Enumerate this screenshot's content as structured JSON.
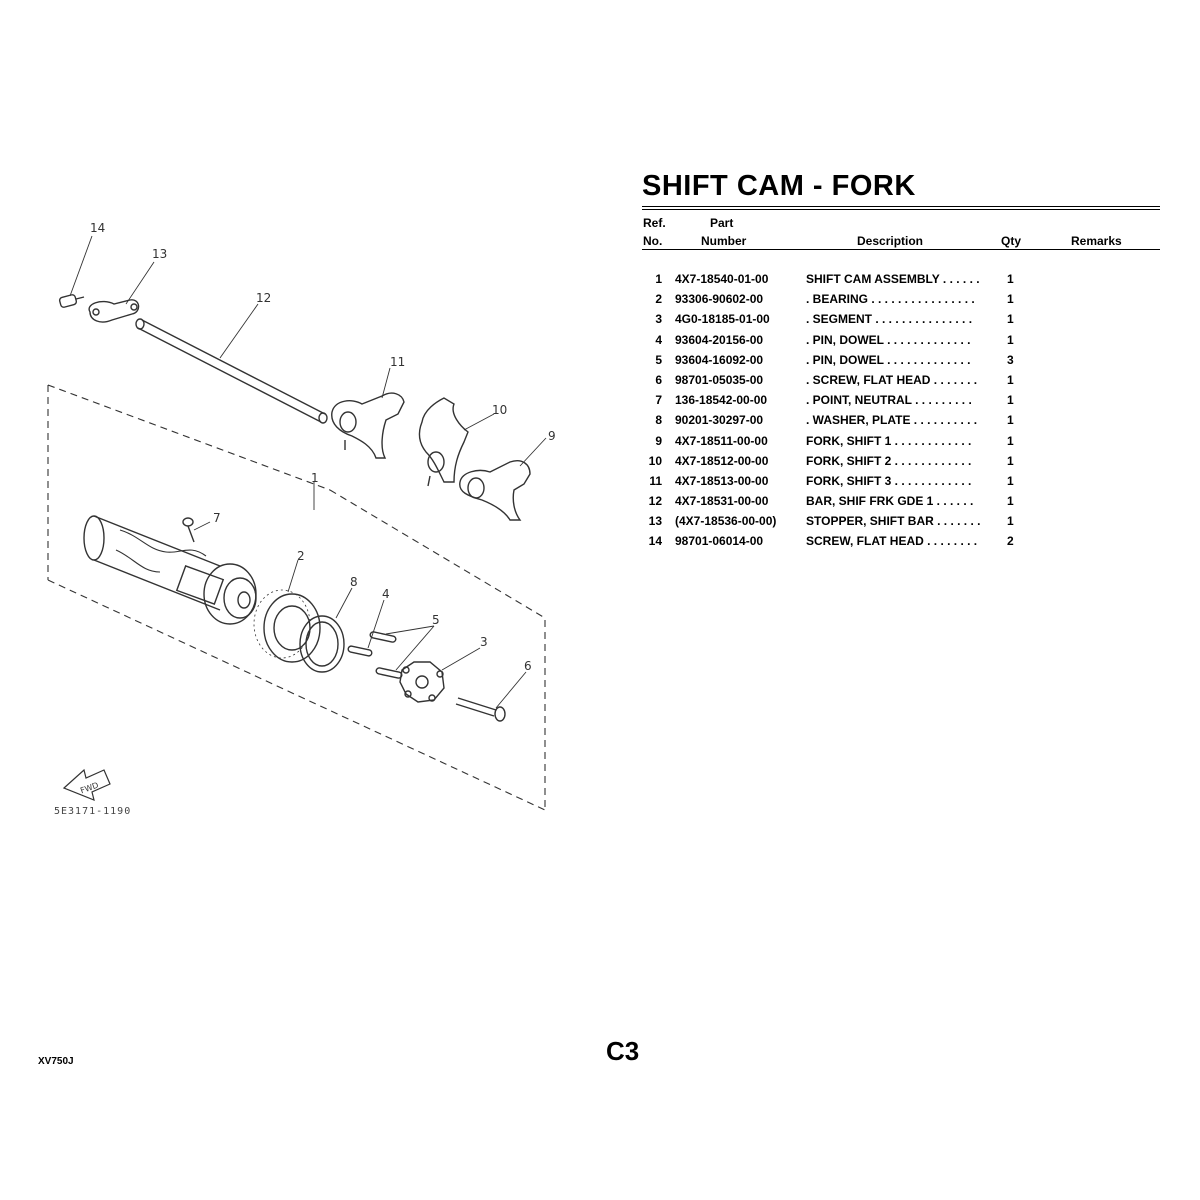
{
  "title": "SHIFT CAM - FORK",
  "headers": {
    "ref_line1": "Ref.",
    "ref_line2": "No.",
    "part_line1": "Part",
    "part_line2": "Number",
    "description": "Description",
    "qty": "Qty",
    "remarks": "Remarks"
  },
  "parts": [
    {
      "ref": "1",
      "part": "4X7-18540-01-00",
      "description": "SHIFT CAM ASSEMBLY  . . . . . .",
      "qty": "1"
    },
    {
      "ref": "2",
      "part": "93306-90602-00",
      "description": ". BEARING  . . . . . . . . . . . . . . . .",
      "qty": "1"
    },
    {
      "ref": "3",
      "part": "4G0-18185-01-00",
      "description": ". SEGMENT  . . . . . . . . . . . . . . .",
      "qty": "1"
    },
    {
      "ref": "4",
      "part": "93604-20156-00",
      "description": ". PIN, DOWEL    . . . . . . . . . . . . .",
      "qty": "1"
    },
    {
      "ref": "5",
      "part": "93604-16092-00",
      "description": ". PIN, DOWEL    . . . . . . . . . . . . .",
      "qty": "3"
    },
    {
      "ref": "6",
      "part": "98701-05035-00",
      "description": ". SCREW, FLAT HEAD  . . . . . . .",
      "qty": "1"
    },
    {
      "ref": "7",
      "part": "136-18542-00-00",
      "description": ". POINT, NEUTRAL    . . . . . . . . .",
      "qty": "1"
    },
    {
      "ref": "8",
      "part": "90201-30297-00",
      "description": ". WASHER, PLATE  . . . . . . . . . .",
      "qty": "1"
    },
    {
      "ref": "9",
      "part": "4X7-18511-00-00",
      "description": "FORK, SHIFT 1     . . . . . . . . . . . .",
      "qty": "1"
    },
    {
      "ref": "10",
      "part": "4X7-18512-00-00",
      "description": "FORK, SHIFT 2     . . . . . . . . . . . .",
      "qty": "1"
    },
    {
      "ref": "11",
      "part": "4X7-18513-00-00",
      "description": "FORK, SHIFT 3     . . . . . . . . . . . .",
      "qty": "1"
    },
    {
      "ref": "12",
      "part": "4X7-18531-00-00",
      "description": "BAR, SHIF FRK GDE 1     . . . . . .",
      "qty": "1"
    },
    {
      "ref": "13",
      "part": "(4X7-18536-00-00)",
      "description": "STOPPER, SHIFT BAR  . . . . . . .",
      "qty": "1"
    },
    {
      "ref": "14",
      "part": "98701-06014-00",
      "description": "SCREW, FLAT HEAD   . . . . . . . .",
      "qty": "2"
    }
  ],
  "diagram": {
    "callouts": [
      "14",
      "13",
      "12",
      "11",
      "10",
      "9",
      "1",
      "7",
      "2",
      "8",
      "4",
      "5",
      "3",
      "6"
    ],
    "fwd_label": "FWD",
    "drawing_code": "5E3171-1190"
  },
  "page_code": "C3",
  "model_code": "XV750J"
}
